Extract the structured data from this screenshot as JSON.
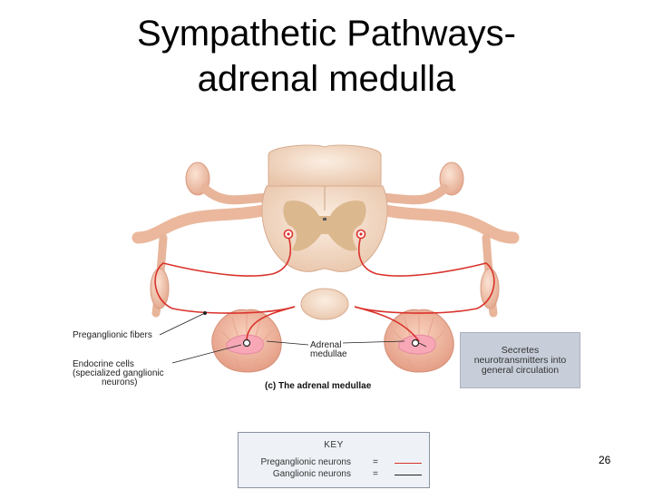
{
  "slide": {
    "title_line1": "Sympathetic Pathways-",
    "title_line2": "adrenal medulla",
    "page_number": "26"
  },
  "figure": {
    "caption": "(c) The adrenal medullae",
    "labels": {
      "preganglionic_fibers": "Preganglionic fibers",
      "endocrine_line1": "Endocrine cells",
      "endocrine_line2": "(specialized ganglionic",
      "endocrine_line3": "neurons)",
      "adrenal_line1": "Adrenal",
      "adrenal_line2": "medullae"
    },
    "callout_text": "Secretes neurotransmitters into general circulation"
  },
  "key": {
    "title": "KEY",
    "items": [
      {
        "label": "Preganglionic neurons",
        "symbol": "=",
        "color": "#d9332b"
      },
      {
        "label": "Ganglionic neurons",
        "symbol": "=",
        "color": "#222222"
      }
    ]
  },
  "colors": {
    "tissue": "#f0c2a8",
    "tissue_dark": "#d99c82",
    "spinal_cord": "#f5dcc7",
    "gray_matter": "#dcb88f",
    "medulla": "#f7a7b6",
    "nerve_red": "#d9332b"
  }
}
